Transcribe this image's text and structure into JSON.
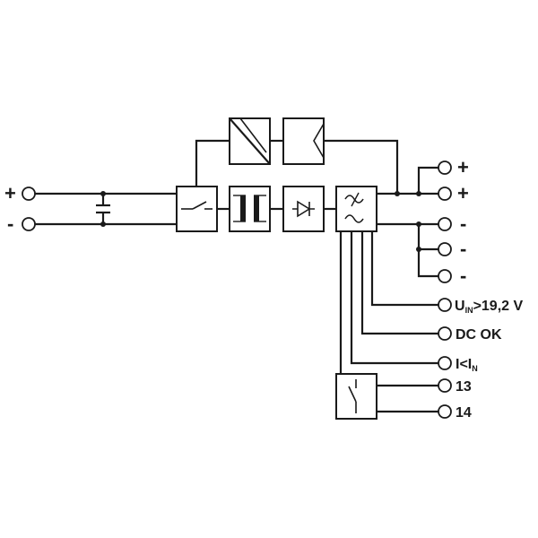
{
  "input": {
    "plus": "+",
    "minus": "-"
  },
  "outputs": [
    {
      "label": "+"
    },
    {
      "label": "+"
    },
    {
      "label": "-"
    },
    {
      "label": "-"
    },
    {
      "label": "-"
    }
  ],
  "signals": {
    "uin_main": "U",
    "uin_sub": "IN",
    "uin_rest": ">19,2 V",
    "dc_ok": "DC OK",
    "i_main": "I<I",
    "i_sub": "N",
    "relay_13": "13",
    "relay_14": "14"
  },
  "colors": {
    "line": "#1a1a1a",
    "background": "#ffffff"
  }
}
